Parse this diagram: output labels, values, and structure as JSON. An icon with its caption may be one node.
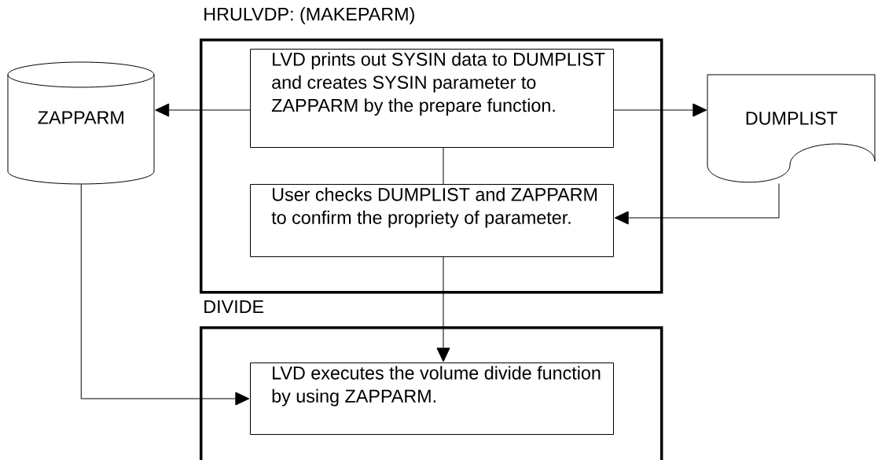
{
  "diagram": {
    "nodes": [
      {
        "text": [
          "HRULVDP: (MAKEPARM)"
        ]
      },
      {
        "text": [
          "LVD prints out SYSIN data to DUMPLIST and creates SYSIN parameter to ZAPPARM by the prepare function."
        ],
        "in": 0
      },
      {
        "text": [
          "User checks DUMPLIST and ZAPPARM to confirm the propriety of parameter."
        ],
        "in": 0
      },
      {
        "text": [
          "ZAPPARM"
        ]
      },
      {
        "text": [
          "DUMPLIST"
        ]
      },
      {
        "text": [
          "DIVIDE"
        ]
      },
      {
        "text": [
          "LVD executes the volume divide function by using ZAPPARM."
        ],
        "in": 5
      }
    ],
    "edges": [
      {
        "from": 1,
        "to": 3,
        "arrow": "to"
      },
      {
        "from": 1,
        "to": 4,
        "arrow": "to"
      },
      {
        "from": 1,
        "to": 2,
        "arrow": "none"
      },
      {
        "from": 4,
        "to": 2,
        "arrow": "to"
      },
      {
        "from": 2,
        "to": 6,
        "arrow": "to"
      },
      {
        "from": 3,
        "to": 6,
        "arrow": "to"
      }
    ]
  }
}
